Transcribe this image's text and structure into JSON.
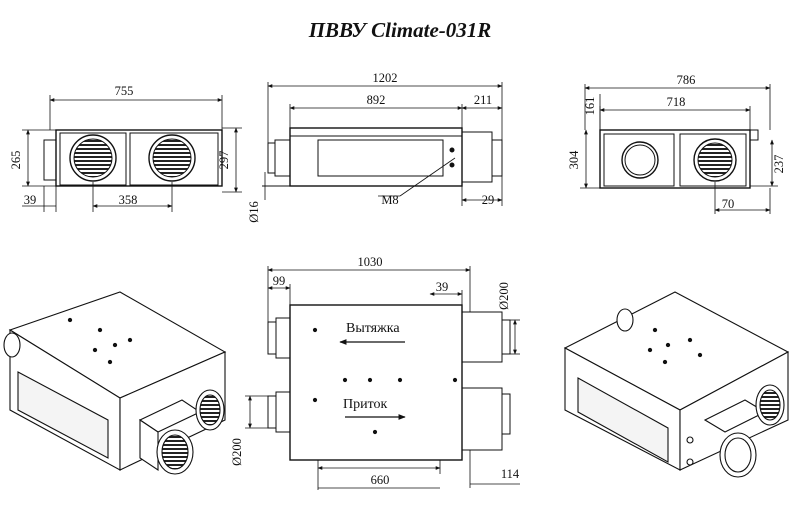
{
  "title": "ПВВУ Climate-031R",
  "front_view": {
    "width": "755",
    "height": "265",
    "height2": "297",
    "offset": "39",
    "spacing": "358"
  },
  "side_view": {
    "length": "1202",
    "inner": "892",
    "right": "211",
    "dia": "Ø16",
    "bolt": "M8",
    "r_offset": "29"
  },
  "back_view": {
    "width": "786",
    "inner": "718",
    "top_offset": "161",
    "height": "304",
    "height2": "237",
    "r_offset": "70"
  },
  "top_view": {
    "length": "1030",
    "left_offset": "99",
    "right_offset": "39",
    "duct_top": "Ø200",
    "duct_bottom": "Ø200",
    "bottom_len": "660",
    "bottom_right": "114",
    "exhaust_label": "Вытяжка",
    "supply_label": "Приток"
  }
}
